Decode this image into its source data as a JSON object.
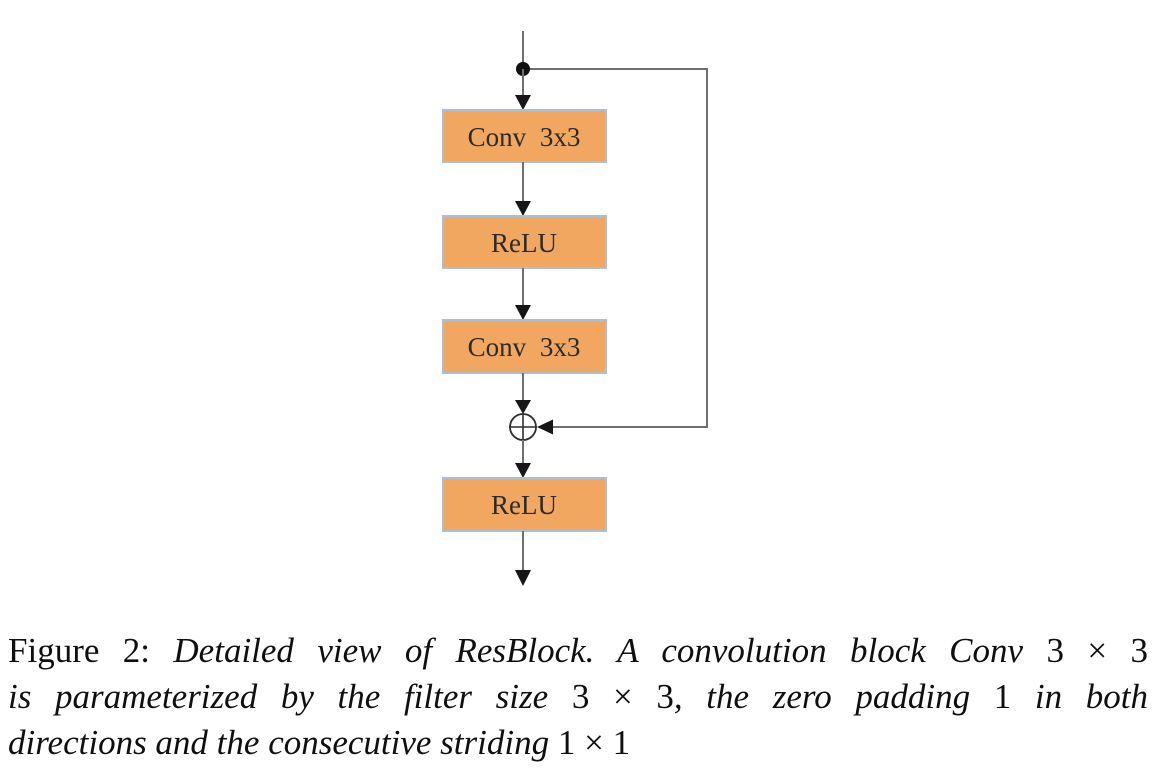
{
  "figure": {
    "nodes": [
      {
        "id": "conv1",
        "label": "Conv 3x3"
      },
      {
        "id": "relu1",
        "label": "ReLU"
      },
      {
        "id": "conv2",
        "label": "Conv 3x3"
      },
      {
        "id": "relu2",
        "label": "ReLU"
      }
    ],
    "sum_symbol": "plus-in-circle",
    "colors": {
      "box_fill": "#F1A75F",
      "box_border": "#A6C0DC",
      "connector_line": "#6f6f6f",
      "arrowhead": "#161616",
      "branch_dot": "#111111",
      "sum_stroke": "#2e2e2e"
    }
  },
  "caption": {
    "lines": [
      {
        "segments": [
          {
            "style": "roman",
            "text": "Figure 2: "
          },
          {
            "style": "italic",
            "text": "Detailed view of ResBlock. A convolution block Conv "
          },
          {
            "style": "math",
            "text": "3 × 3"
          }
        ]
      },
      {
        "segments": [
          {
            "style": "italic",
            "text": "is parameterized by the filter size "
          },
          {
            "style": "math",
            "text": "3 × 3"
          },
          {
            "style": "italic",
            "text": ", the zero padding "
          },
          {
            "style": "math",
            "text": "1"
          },
          {
            "style": "italic",
            "text": " in both"
          }
        ]
      },
      {
        "segments": [
          {
            "style": "italic",
            "text": "directions and the consecutive striding "
          },
          {
            "style": "math",
            "text": "1 × 1"
          }
        ]
      }
    ]
  }
}
